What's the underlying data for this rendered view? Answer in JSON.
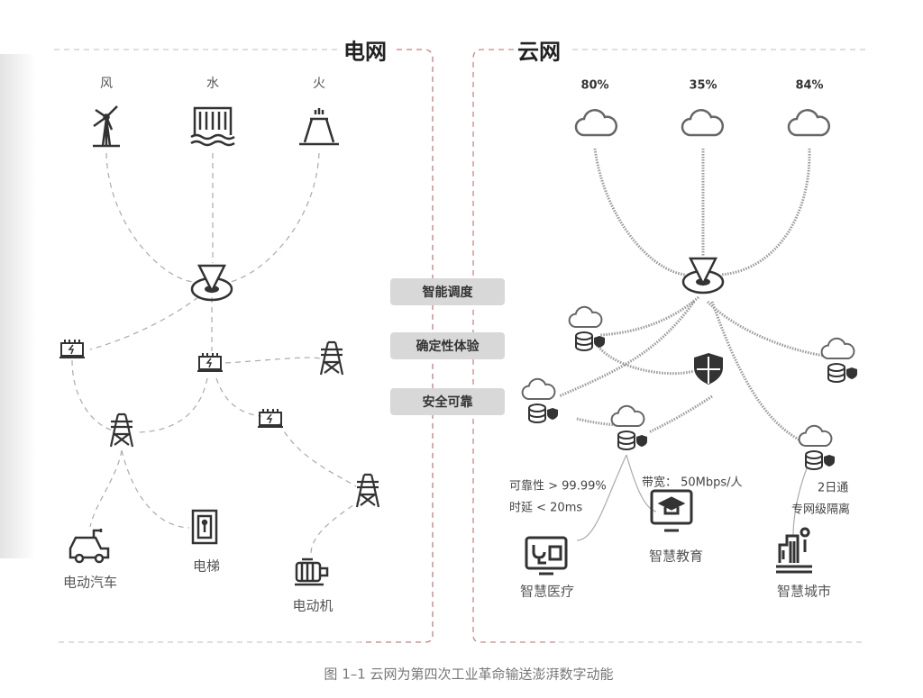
{
  "grid": {
    "title": "电网",
    "sources": [
      "风",
      "水",
      "火"
    ],
    "loads": [
      "电动汽车",
      "电梯",
      "电动机"
    ]
  },
  "cloud": {
    "title": "云网",
    "utilization": [
      "80%",
      "35%",
      "84%"
    ],
    "notes": {
      "reliability": "可靠性 > 99.99%",
      "latency": "时延 < 20ms",
      "bandwidth": "带宽： 50Mbps/人",
      "days": "2日通",
      "isolation": "专网级隔离"
    },
    "apps": [
      "智慧医疗",
      "智慧教育",
      "智慧城市"
    ]
  },
  "center": [
    "智能调度",
    "确定性体验",
    "安全可靠"
  ],
  "caption": "图 1–1  云网为第四次工业革命输送澎湃数字动能",
  "colors": {
    "frame": "#c9868a",
    "icon": "#333333",
    "pill": "#d8d8d8"
  }
}
